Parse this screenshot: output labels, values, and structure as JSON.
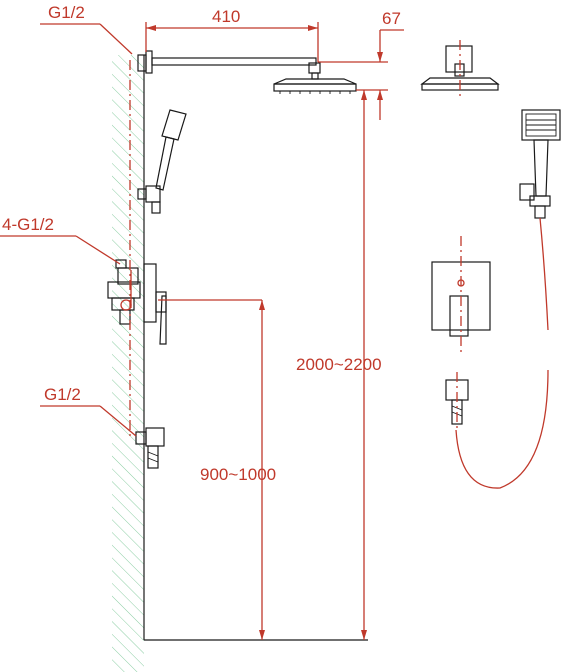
{
  "labels": {
    "inlet_top": "G1/2",
    "inlet_bottom": "G1/2",
    "valve_ports": "4-G1/2",
    "arm_length": "410",
    "head_offset": "67",
    "head_height": "2000~2200",
    "valve_height": "900~1000"
  },
  "colors": {
    "dimension": "#c0392b",
    "outline": "#1a1a1a",
    "wall_hatch": "#7fc99a"
  }
}
